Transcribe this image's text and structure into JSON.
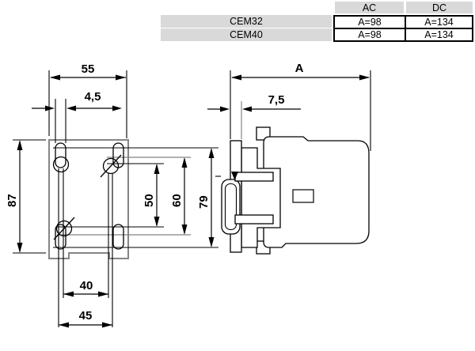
{
  "table": {
    "col_headers": [
      "AC",
      "DC"
    ],
    "rows": [
      {
        "model": "CEM32",
        "ac": "A=98",
        "dc": "A=134"
      },
      {
        "model": "CEM40",
        "ac": "A=98",
        "dc": "A=134"
      }
    ]
  },
  "front_view": {
    "width": "55",
    "slot_width": "4,5",
    "height": "87",
    "dim_50": "50",
    "dim_60": "60",
    "dim_79": "79",
    "dim_40": "40",
    "dim_45": "45"
  },
  "side_view": {
    "depth": "A",
    "offset": "7,5"
  },
  "colors": {
    "outline_gray": "#858585",
    "table_gray": "#d9d9d9",
    "line_black": "#000000"
  }
}
